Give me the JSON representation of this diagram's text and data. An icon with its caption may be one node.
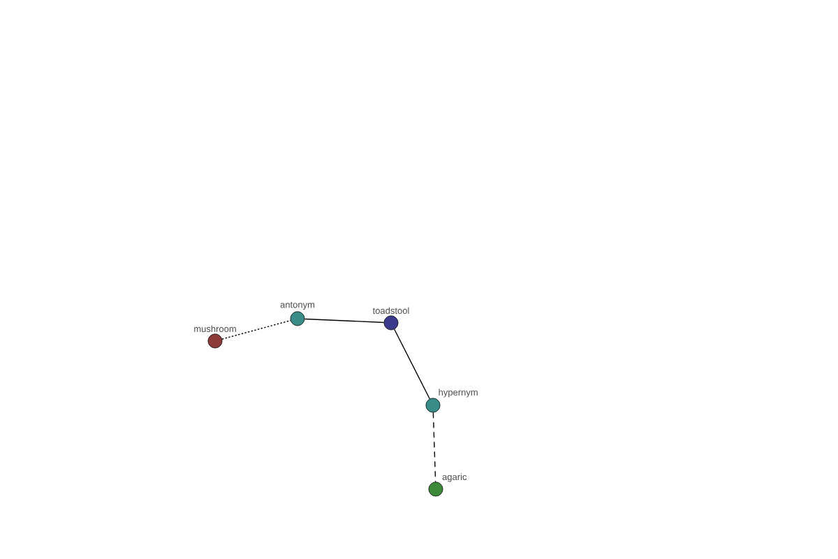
{
  "diagram": {
    "nodes": [
      {
        "text": [
          "mushroom"
        ]
      },
      {
        "text": [
          "antonym"
        ]
      },
      {
        "text": [
          "toadstool"
        ]
      },
      {
        "text": [
          "hypernym"
        ]
      },
      {
        "text": [
          "agaric"
        ]
      }
    ],
    "edges": [
      {
        "from": 0,
        "to": 1,
        "arrow": "none",
        "style": "dashed"
      },
      {
        "from": 1,
        "to": 2,
        "arrow": "none"
      },
      {
        "from": 2,
        "to": 3,
        "arrow": "none"
      },
      {
        "from": 3,
        "to": 4,
        "arrow": "none",
        "style": "dashed"
      }
    ]
  }
}
